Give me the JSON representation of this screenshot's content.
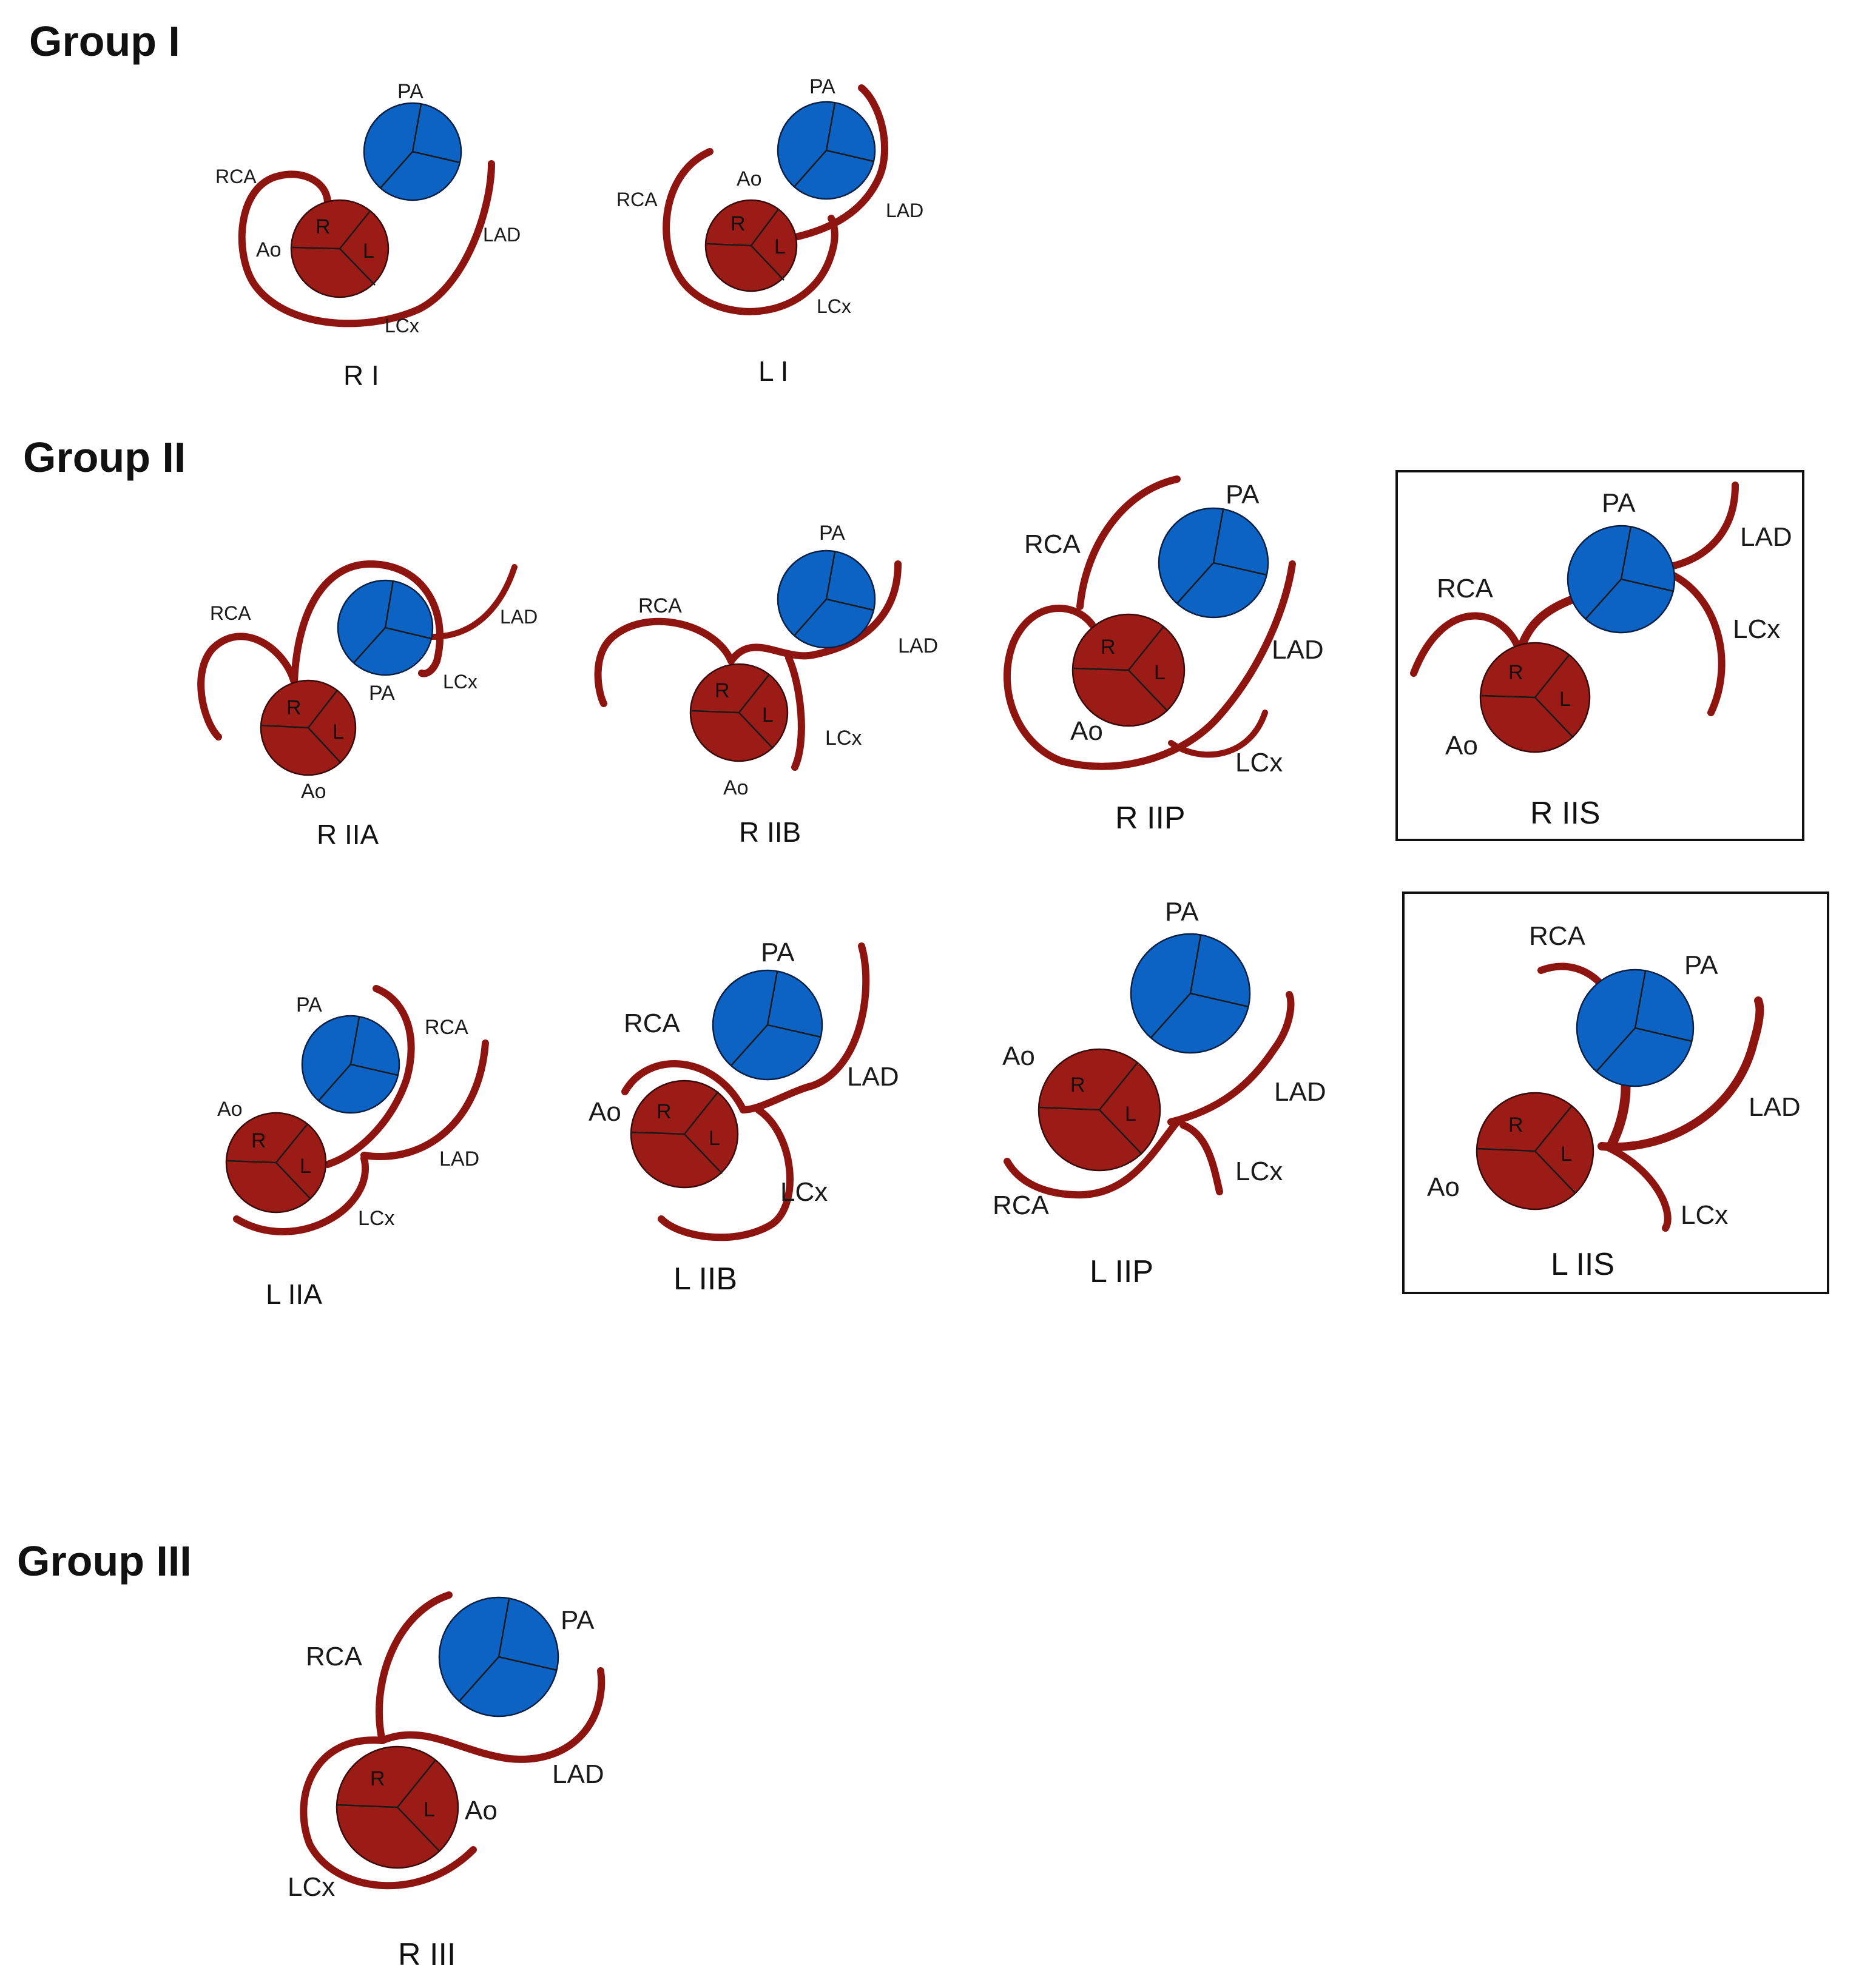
{
  "colors": {
    "aorta": "#9b1b17",
    "pulmonary": "#0d63c4",
    "artery": "#8e1410",
    "ink": "#111111"
  },
  "groups": [
    {
      "title": "Group I"
    },
    {
      "title": "Group II"
    },
    {
      "title": "Group III"
    }
  ],
  "labels": {
    "pa": "PA",
    "ao": "Ao",
    "rca": "RCA",
    "lad": "LAD",
    "lcx": "LCx",
    "cusp_r": "R",
    "cusp_l": "L"
  },
  "variants": [
    {
      "id": "R I",
      "caption": "R I"
    },
    {
      "id": "L I",
      "caption": "L I"
    },
    {
      "id": "R IIA",
      "caption": "R IIA"
    },
    {
      "id": "R IIB",
      "caption": "R IIB"
    },
    {
      "id": "R IIP",
      "caption": "R IIP"
    },
    {
      "id": "R IIS",
      "caption": "R IIS",
      "boxed": true
    },
    {
      "id": "L IIA",
      "caption": "L IIA"
    },
    {
      "id": "L IIB",
      "caption": "L IIB"
    },
    {
      "id": "L IIP",
      "caption": "L IIP"
    },
    {
      "id": "L IIS",
      "caption": "L IIS",
      "boxed": true
    },
    {
      "id": "R III",
      "caption": "R III"
    }
  ]
}
